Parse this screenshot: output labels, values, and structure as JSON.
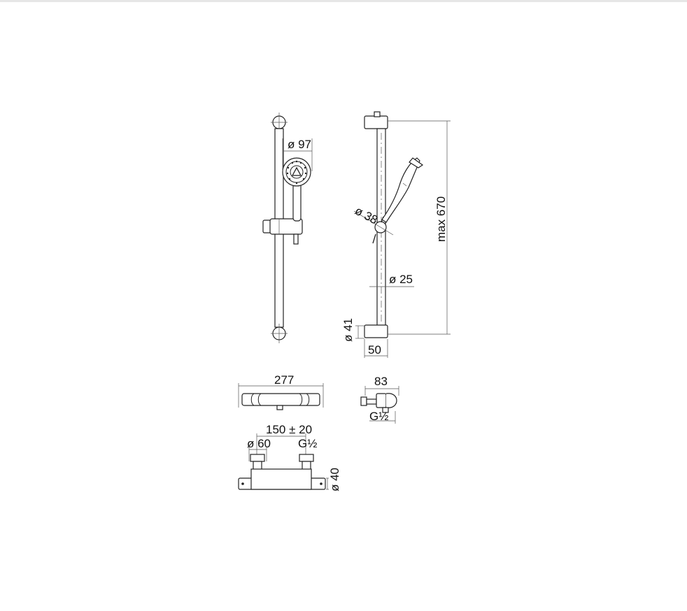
{
  "labels": {
    "head_diameter": "ø 97",
    "holder_diameter": "ø 38",
    "max_height": "max 670",
    "rail_diameter": "ø 25",
    "bracket_diameter": "ø 41",
    "bracket_depth": "50",
    "mixer_width": "277",
    "mixer_depth": "83",
    "side_thread": "G½",
    "centres": "150 ± 20",
    "knob_diameter": "ø 60",
    "inlet_thread": "G½",
    "body_diameter": "ø 40"
  }
}
